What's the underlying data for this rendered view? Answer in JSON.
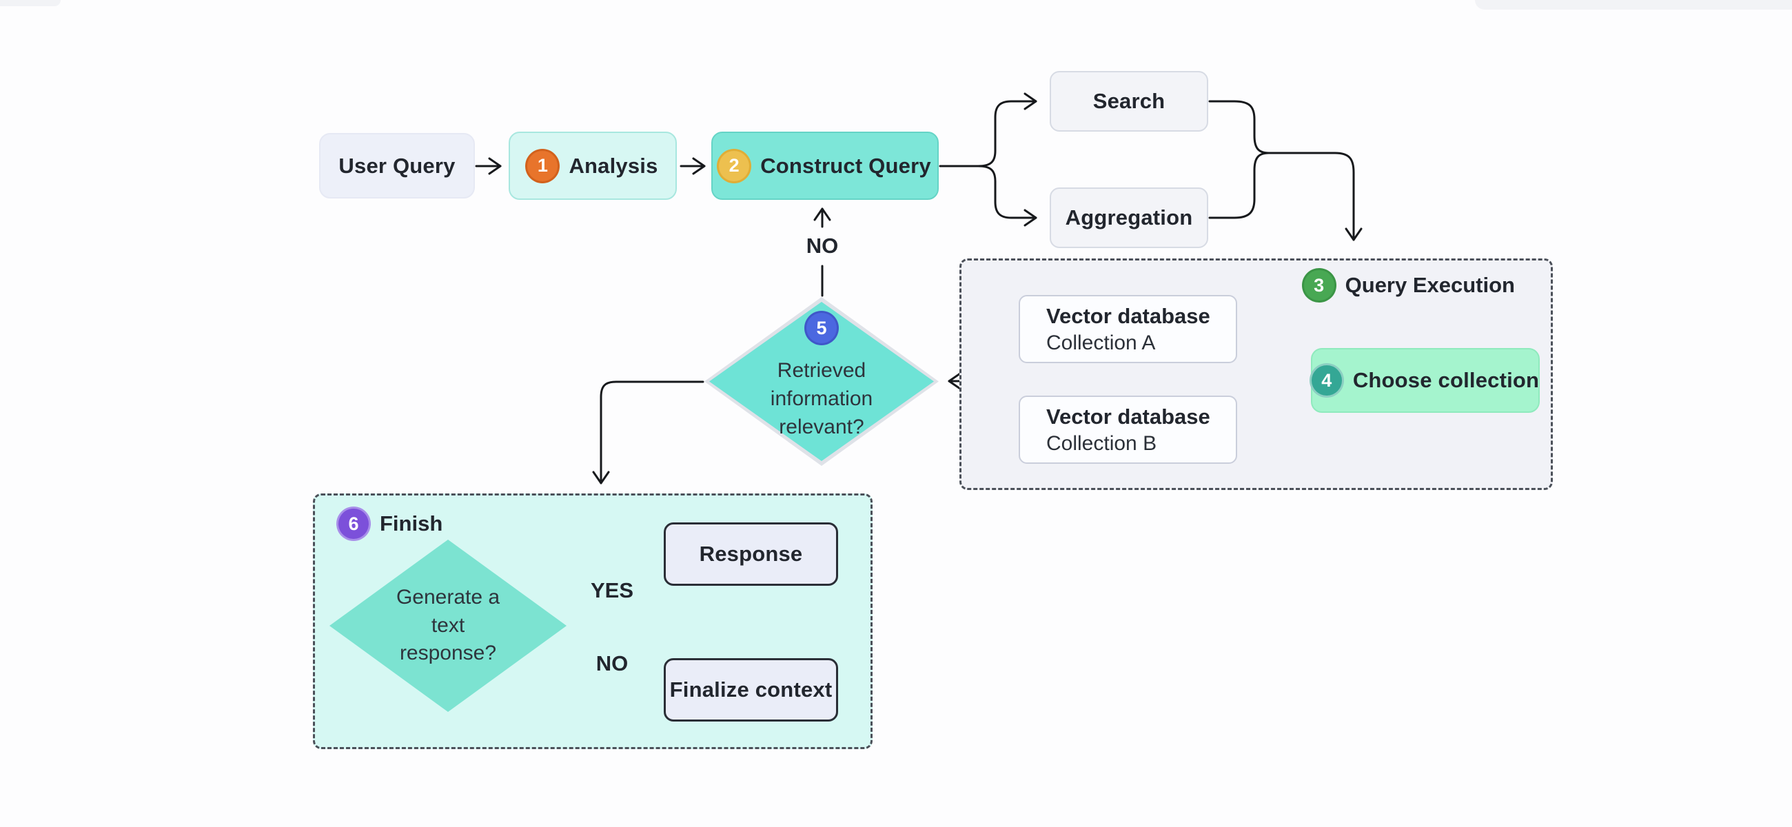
{
  "nodes": {
    "user_query": {
      "label": "User Query"
    },
    "analysis": {
      "badge": "1",
      "label": "Analysis"
    },
    "construct_query": {
      "badge": "2",
      "label": "Construct Query"
    },
    "search": {
      "label": "Search"
    },
    "aggregation": {
      "label": "Aggregation"
    },
    "query_execution": {
      "badge": "3",
      "label": "Query Execution"
    },
    "vector_db_a": {
      "title": "Vector database",
      "subtitle": "Collection A"
    },
    "vector_db_b": {
      "title": "Vector database",
      "subtitle": "Collection B"
    },
    "choose_collection": {
      "badge": "4",
      "label": "Choose collection"
    },
    "relevance_decision": {
      "badge": "5",
      "lines": [
        "Retrieved",
        "information",
        "relevant?"
      ]
    },
    "finish": {
      "badge": "6",
      "label": "Finish"
    },
    "generate_decision": {
      "lines": [
        "Generate a",
        "text",
        "response?"
      ]
    },
    "response": {
      "label": "Response"
    },
    "finalize_context": {
      "label": "Finalize context"
    }
  },
  "edge_labels": {
    "retry_no": "NO",
    "yes": "YES",
    "no": "NO"
  },
  "colors": {
    "teal_node": "#7de6d8",
    "mint_node": "#a5f4ce",
    "cyan_node": "#d7f7f3",
    "plain_node": "#edf0f9",
    "gray_node": "#f3f4f8",
    "diamond_fill": "#6ee3d6",
    "group_execution_bg": "#f1f2f7",
    "group_finish_bg": "#d6f8f3",
    "badge_orange": "#e8742b",
    "badge_amber": "#edc04f",
    "badge_green": "#48a853",
    "badge_teal": "#34a795",
    "badge_blue": "#4b68e0",
    "badge_purple": "#7c50da",
    "connector": "#17191c"
  }
}
